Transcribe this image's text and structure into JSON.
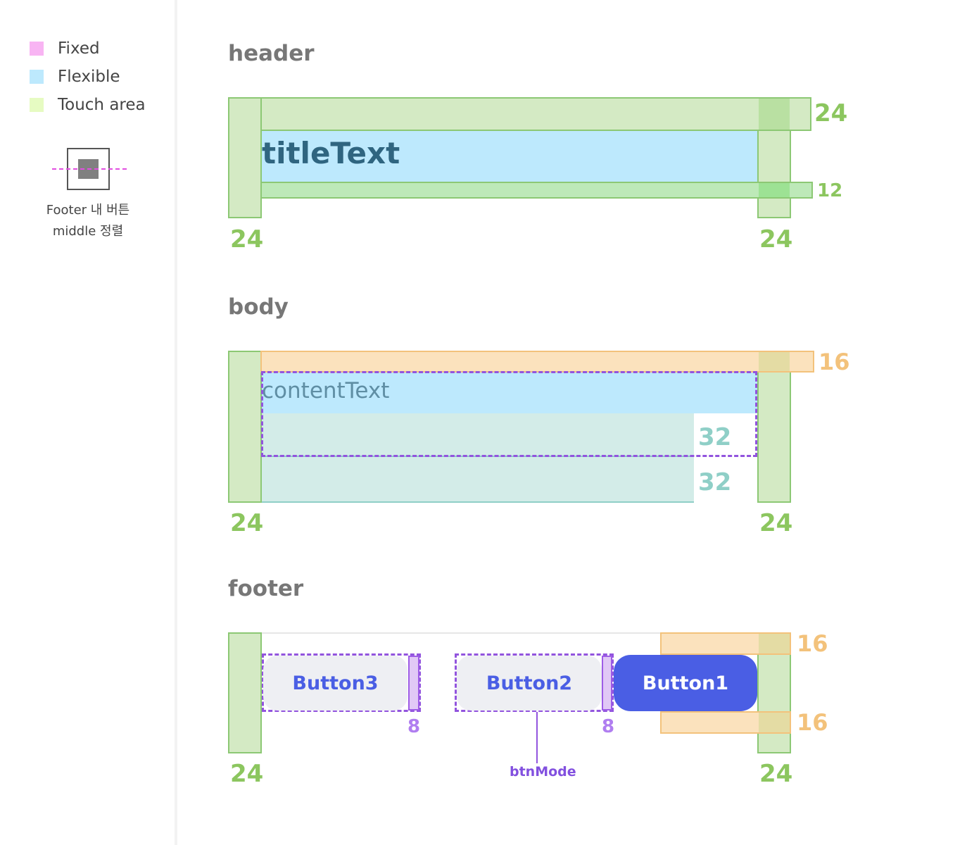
{
  "legend": {
    "items": [
      {
        "label": "Fixed",
        "color": "#f8b4f3"
      },
      {
        "label": "Flexible",
        "color": "#bde9fd"
      },
      {
        "label": "Touch area",
        "color": "#e6fbc2"
      }
    ],
    "middle_align_hint": {
      "line1": "Footer 내 버튼",
      "line2": "middle 정렬"
    }
  },
  "header": {
    "section_title": "header",
    "title_text": "titleText",
    "top_padding": "24",
    "bottom_padding": "12",
    "left_padding": "24",
    "right_padding": "24"
  },
  "body": {
    "section_title": "body",
    "content_text": "contentText",
    "top_padding": "16",
    "line_height_1": "32",
    "line_height_2": "32",
    "left_padding": "24",
    "right_padding": "24"
  },
  "footer": {
    "section_title": "footer",
    "button3_label": "Button3",
    "button2_label": "Button2",
    "button1_label": "Button1",
    "gap_1": "8",
    "gap_2": "8",
    "top_padding": "16",
    "bottom_padding": "16",
    "left_padding": "24",
    "right_padding": "24",
    "callout_label": "btnMode"
  }
}
